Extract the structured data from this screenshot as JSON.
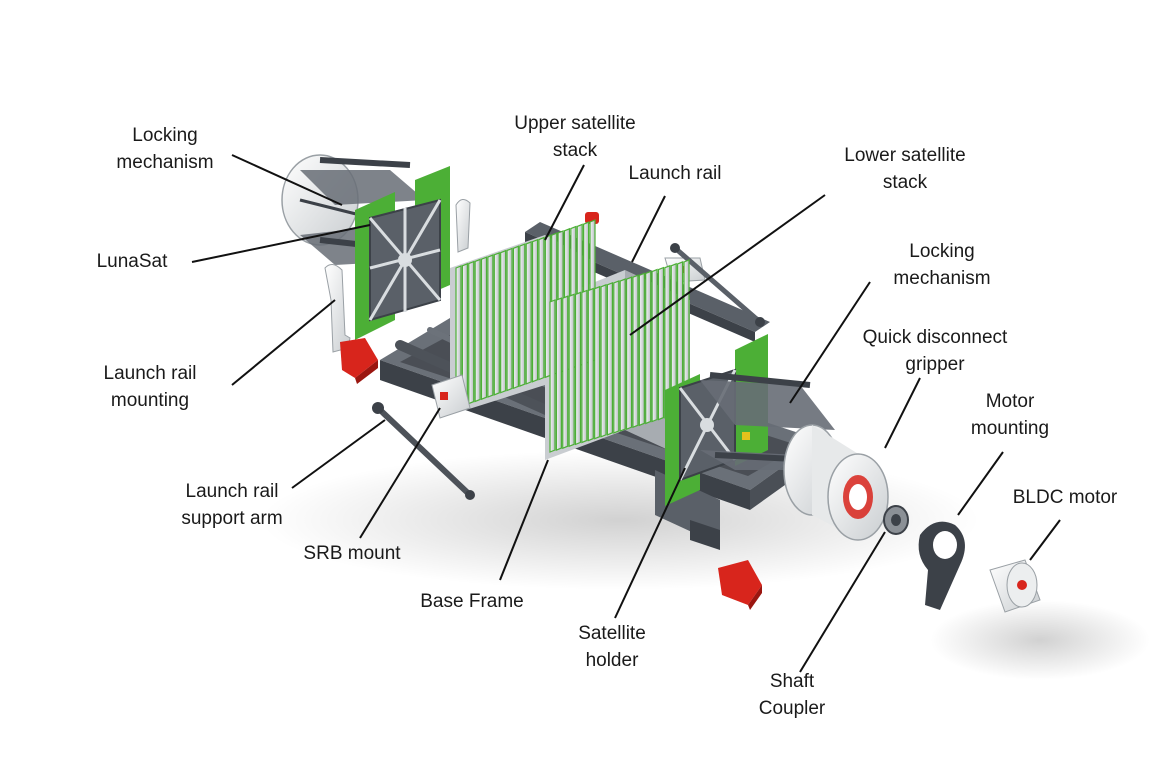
{
  "labels": {
    "locking_mechanism_left": [
      "Locking",
      "mechanism"
    ],
    "lunasat": [
      "LunaSat"
    ],
    "launch_rail_mounting": [
      "Launch rail",
      "mounting"
    ],
    "launch_rail_support_arm": [
      "Launch rail",
      "support arm"
    ],
    "srb_mount": [
      "SRB mount"
    ],
    "base_frame": [
      "Base Frame"
    ],
    "upper_satellite_stack": [
      "Upper satellite",
      "stack"
    ],
    "launch_rail": [
      "Launch rail"
    ],
    "lower_satellite_stack": [
      "Lower satellite",
      "stack"
    ],
    "locking_mechanism_right": [
      "Locking",
      "mechanism"
    ],
    "quick_disconnect_gripper": [
      "Quick disconnect",
      "gripper"
    ],
    "motor_mounting": [
      "Motor",
      "mounting"
    ],
    "bldc_motor": [
      "BLDC motor"
    ],
    "satellite_holder": [
      "Satellite",
      "holder"
    ],
    "shaft_coupler": [
      "Shaft",
      "Coupler"
    ]
  },
  "colors": {
    "frame": "#5a6068",
    "frame_dark": "#3c4148",
    "plate_green": "#4caf36",
    "fin_light": "#d9dde0",
    "part_white": "#eef0f1",
    "srb_red": "#d8251c",
    "leader": "#111111"
  }
}
